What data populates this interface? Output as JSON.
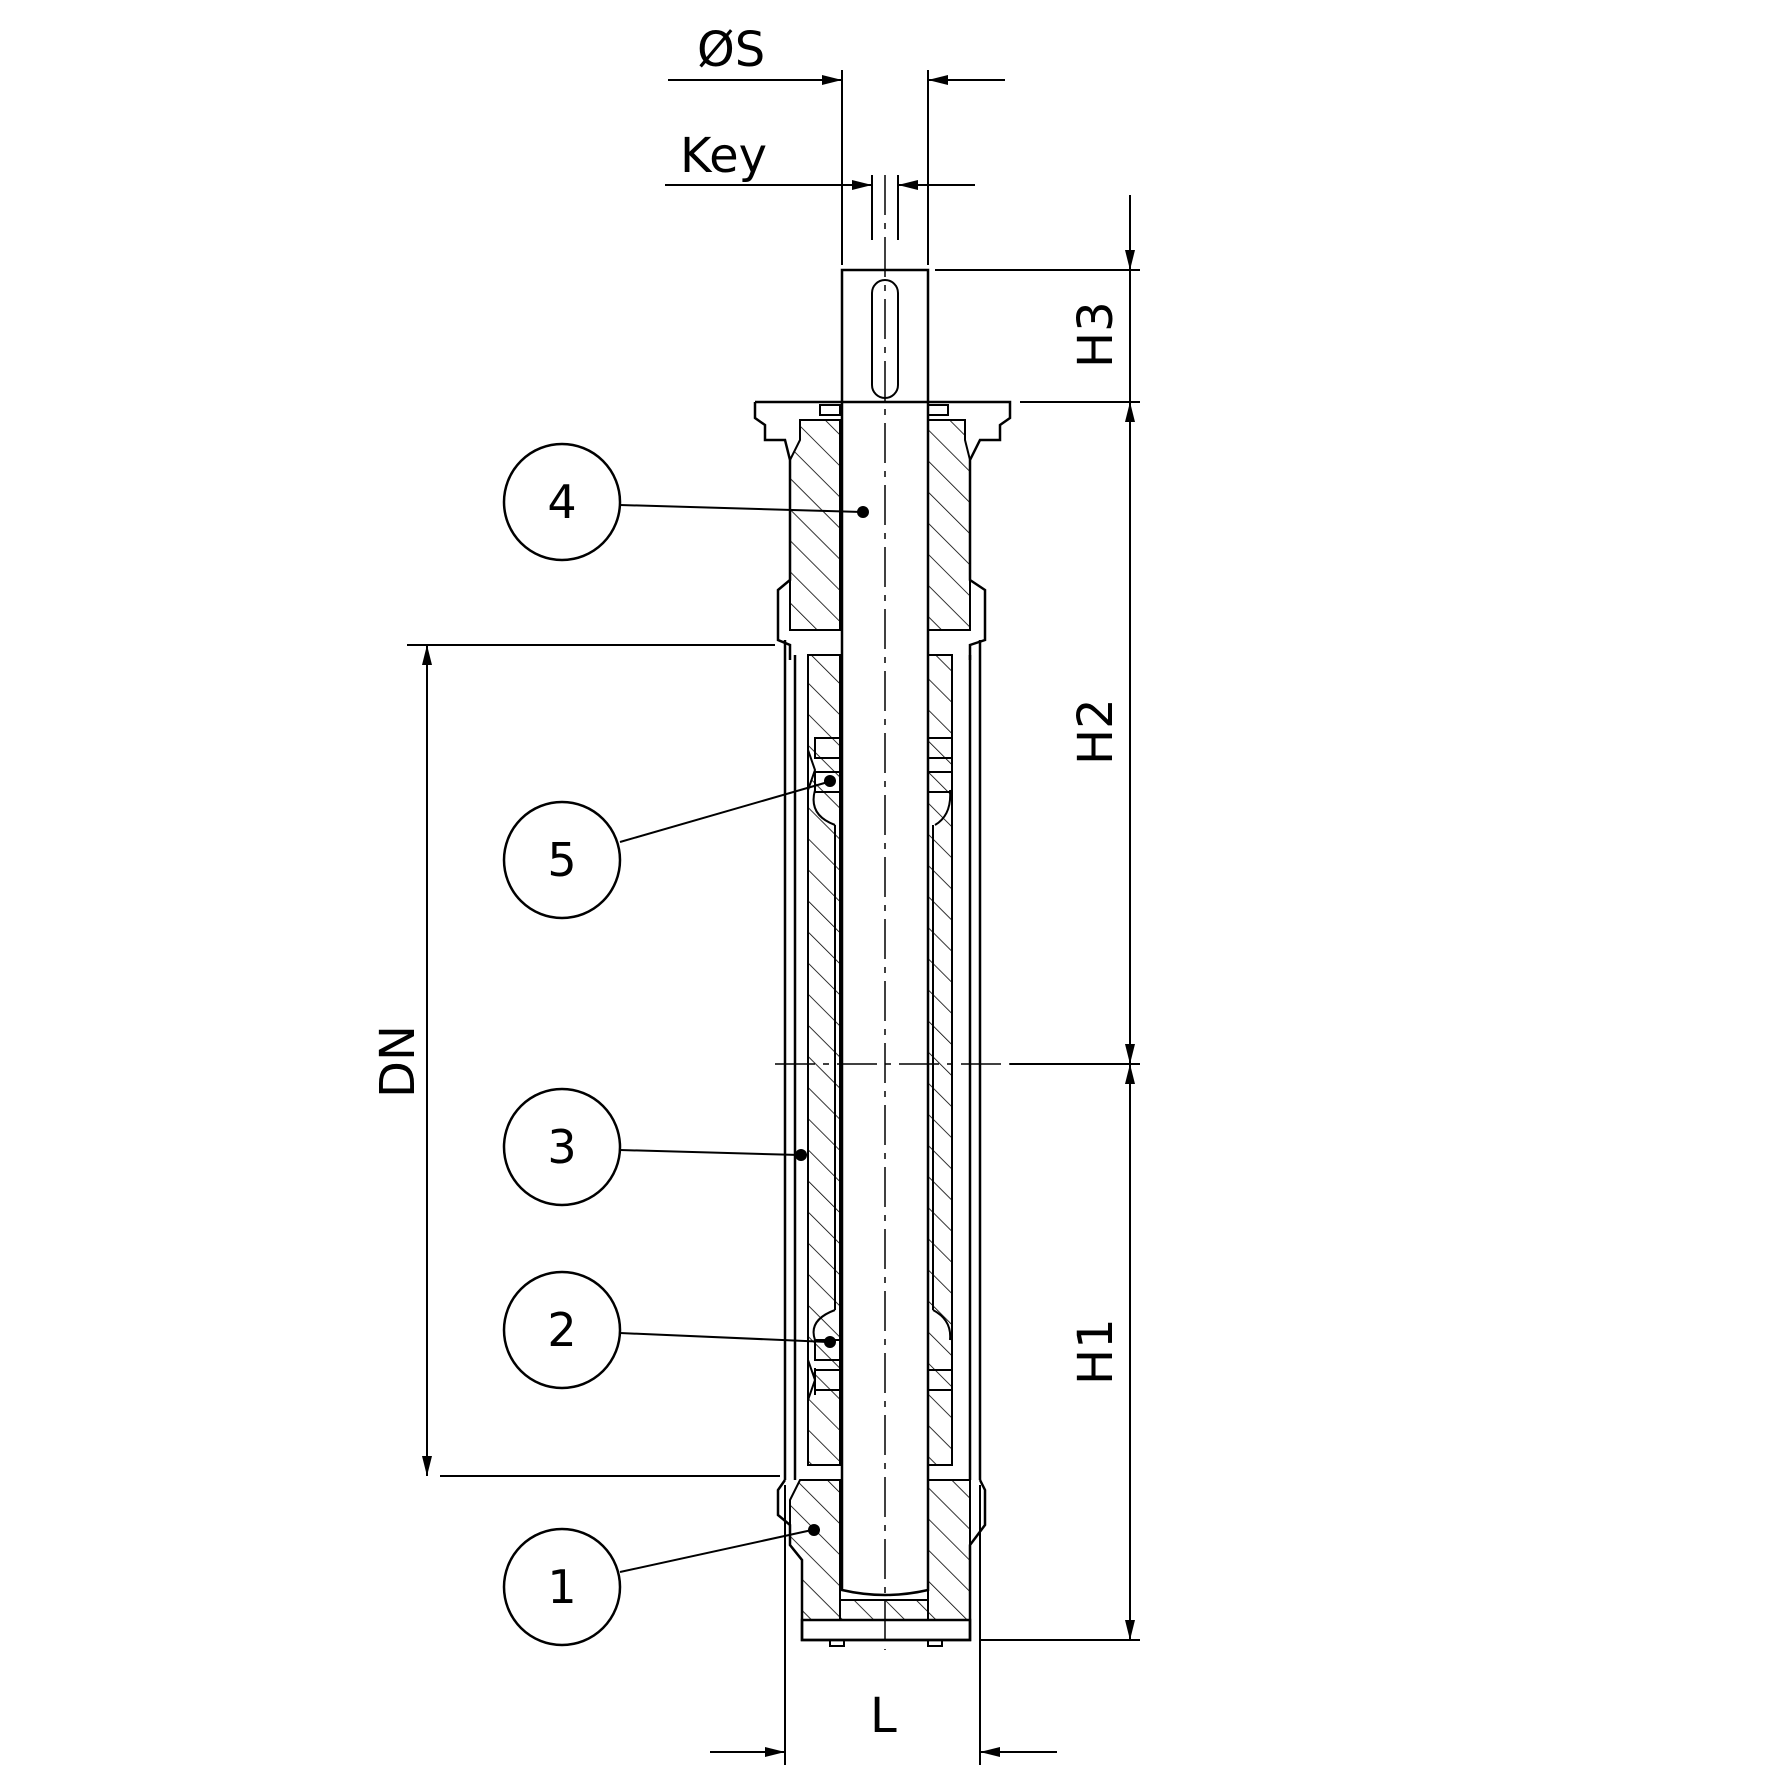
{
  "dimensions": {
    "shaft_diameter": "ØS",
    "key": "Key",
    "h3": "H3",
    "h2": "H2",
    "h1": "H1",
    "dn": "DN",
    "l": "L"
  },
  "balloons": [
    {
      "id": "4",
      "label": "4"
    },
    {
      "id": "5",
      "label": "5"
    },
    {
      "id": "3",
      "label": "3"
    },
    {
      "id": "2",
      "label": "2"
    },
    {
      "id": "1",
      "label": "1"
    }
  ]
}
